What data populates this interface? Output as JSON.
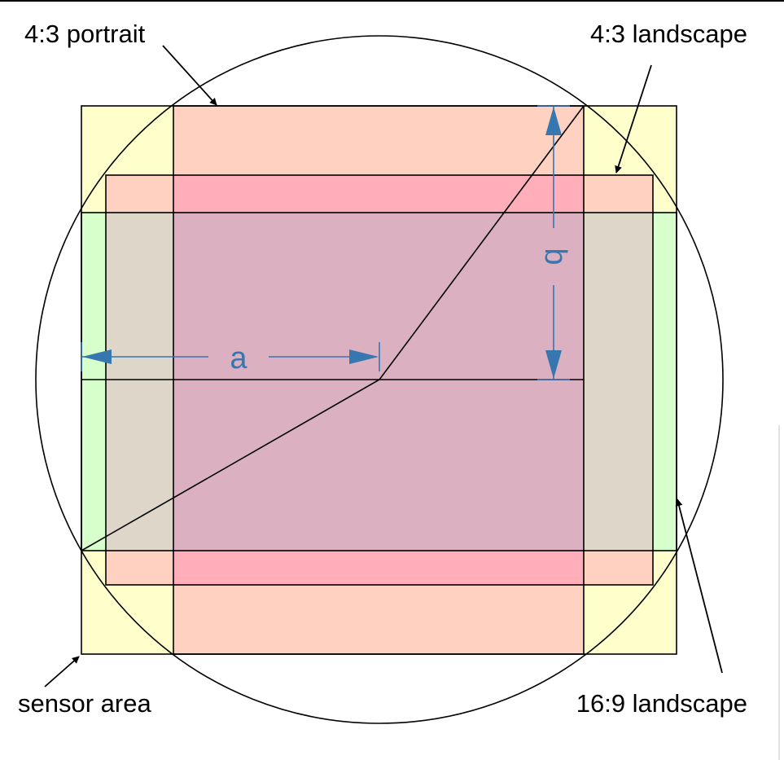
{
  "labels": {
    "portrait": "4:3 portrait",
    "landscape_4_3": "4:3 landscape",
    "landscape_16_9": "16:9 landscape",
    "sensor_area": "sensor area",
    "dim_a": "a",
    "dim_b": "b"
  },
  "colors": {
    "sensor_area_fill": "#ffffcc",
    "portrait_fill": "#ffd1c1",
    "landscape_4_3_fill": "#ffd1c1",
    "landscape_16_9_fill": "#d6ffcc",
    "overlap_16_9_and_4_3": "#ddd6c9",
    "overlap_portrait_and_4_3": "#ffaeba",
    "overlap_all": "#dbb0c0",
    "dimension_arrows": "#3777b0",
    "outline": "#000000"
  }
}
